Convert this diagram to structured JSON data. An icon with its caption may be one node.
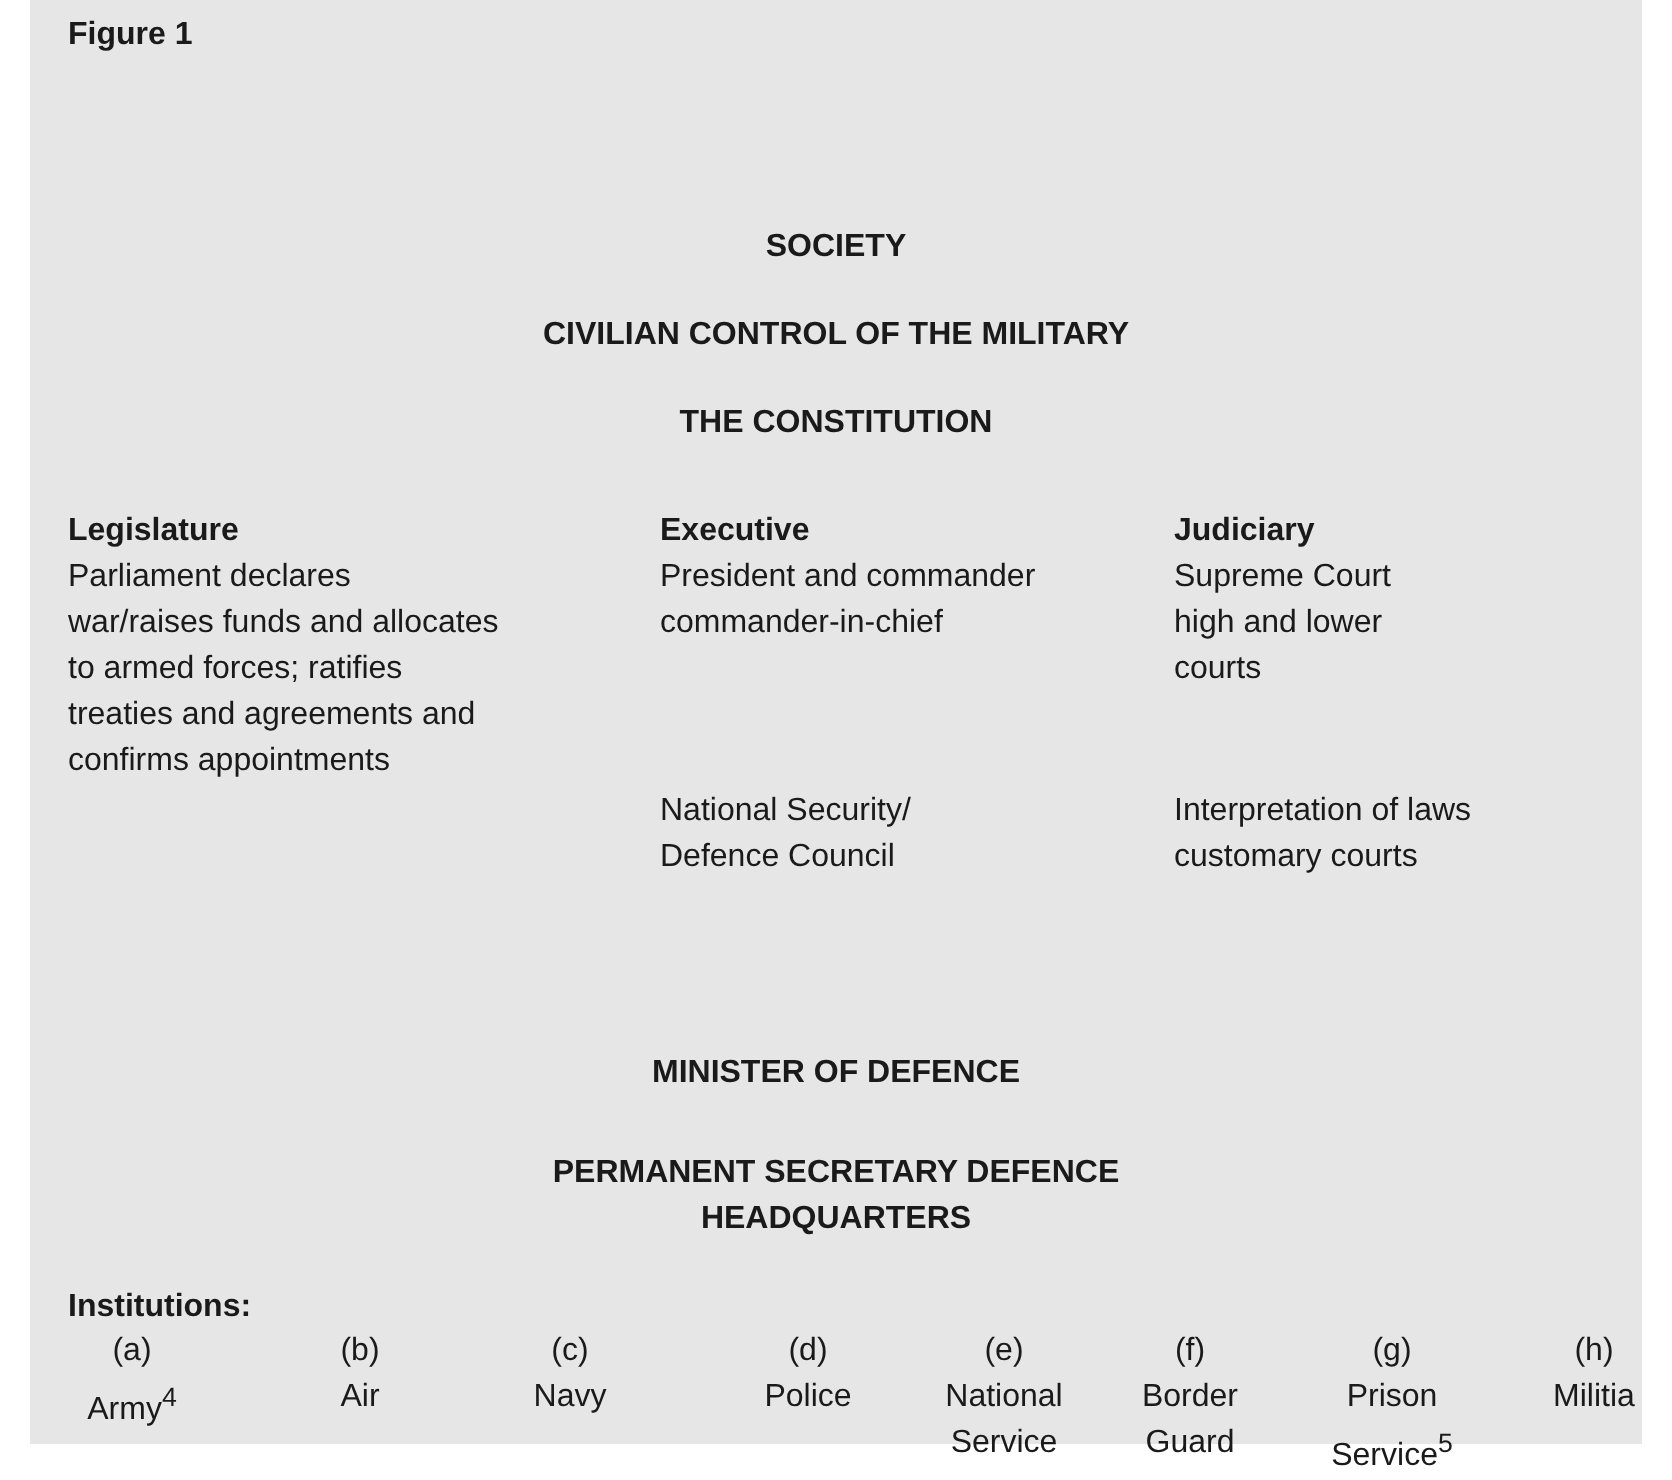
{
  "diagram": {
    "title": "Figure 1",
    "labels": [
      "SOCIETY",
      "CIVILIAN CONTROL OF THE MILITARY",
      "THE CONSTITUTION",
      "Legislature",
      "Parliament declares war/raises funds and allocates to armed forces; ratifies treaties and agreements and confirms appointments",
      "Executive",
      "President and commander commander-in-chief",
      "National Security/ Defence Council",
      "Judiciary",
      "Supreme Court high and lower courts",
      "Interpretation of laws customary courts",
      "MINISTER OF DEFENCE",
      "PERMANENT SECRETARY DEFENCE HEADQUARTERS",
      "Institutions:",
      "(a)",
      "Army$^{4}$",
      "(b)",
      "Air",
      "(c)",
      "Navy",
      "(d)",
      "Police",
      "(e)",
      "National Service",
      "(f)",
      "Border Guard",
      "(g)",
      "Prison Service$^{5}$",
      "(h)",
      "Militia"
    ]
  }
}
